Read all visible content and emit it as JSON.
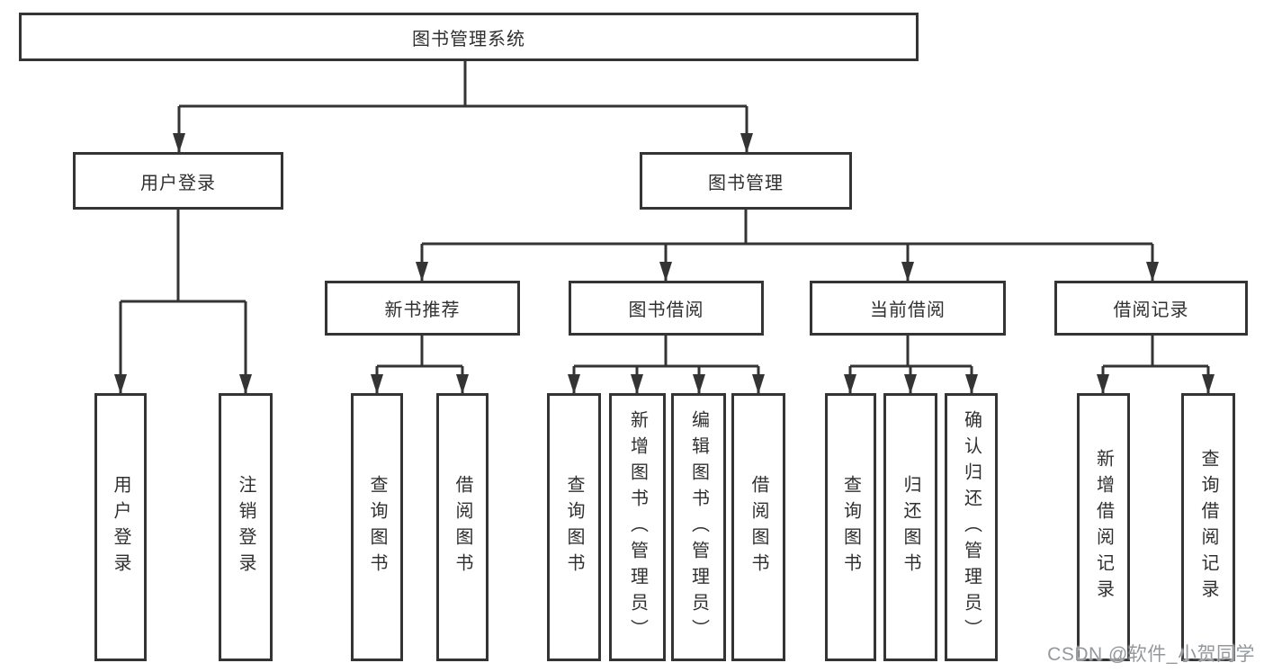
{
  "diagram": {
    "title": "图书管理系统",
    "nodes": {
      "root": "图书管理系统",
      "user_login": "用户登录",
      "book_mgmt": "图书管理",
      "new_book": "新书推荐",
      "book_borrow": "图书借阅",
      "current_borrow": "当前借阅",
      "borrow_record": "借阅记录",
      "leaves": {
        "user_login": [
          "用户登录",
          "注销登录"
        ],
        "new_book": [
          "查询图书",
          "借阅图书"
        ],
        "book_borrow": [
          "查询图书",
          "新增图书（管理员）",
          "编辑图书（管理员）",
          "借阅图书"
        ],
        "current_borrow": [
          "查询图书",
          "归还图书",
          "确认归还（管理员）"
        ],
        "borrow_record": [
          "新增借阅记录",
          "查询借阅记录"
        ]
      }
    }
  },
  "watermark": {
    "text": "CSDN @软件_小贺同学"
  },
  "colors": {
    "line": "#343434",
    "text": "#303030",
    "box_background": "#ffffff",
    "watermark": "#8d9298",
    "background": "#ffffff"
  }
}
